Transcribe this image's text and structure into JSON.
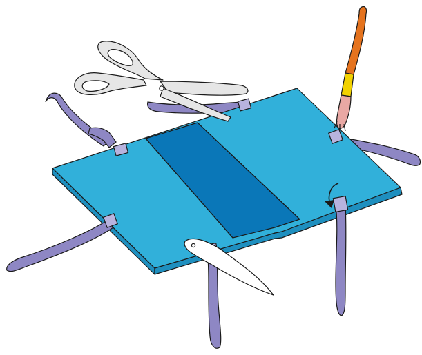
{
  "scene": {
    "objects": [
      "board",
      "center-strip",
      "straps",
      "tabs",
      "scissors",
      "paintbrush",
      "folding-knife",
      "rotate-arrow"
    ]
  },
  "colors": {
    "background": "#ffffff",
    "board_top": "#31B0DA",
    "board_edge": "#1E8FBF",
    "center_strip": "#0A77B8",
    "strap": "#8E87C4",
    "strap_dark": "#6F68A8",
    "tab": "#B8B3DE",
    "scissors": "#E6E6E6",
    "brush_handle": "#E5731E",
    "brush_ferrule": "#F2D200",
    "brush_bristles": "#E9A8A4",
    "knife": "#FFFFFF",
    "outline": "#1A1A1A"
  }
}
